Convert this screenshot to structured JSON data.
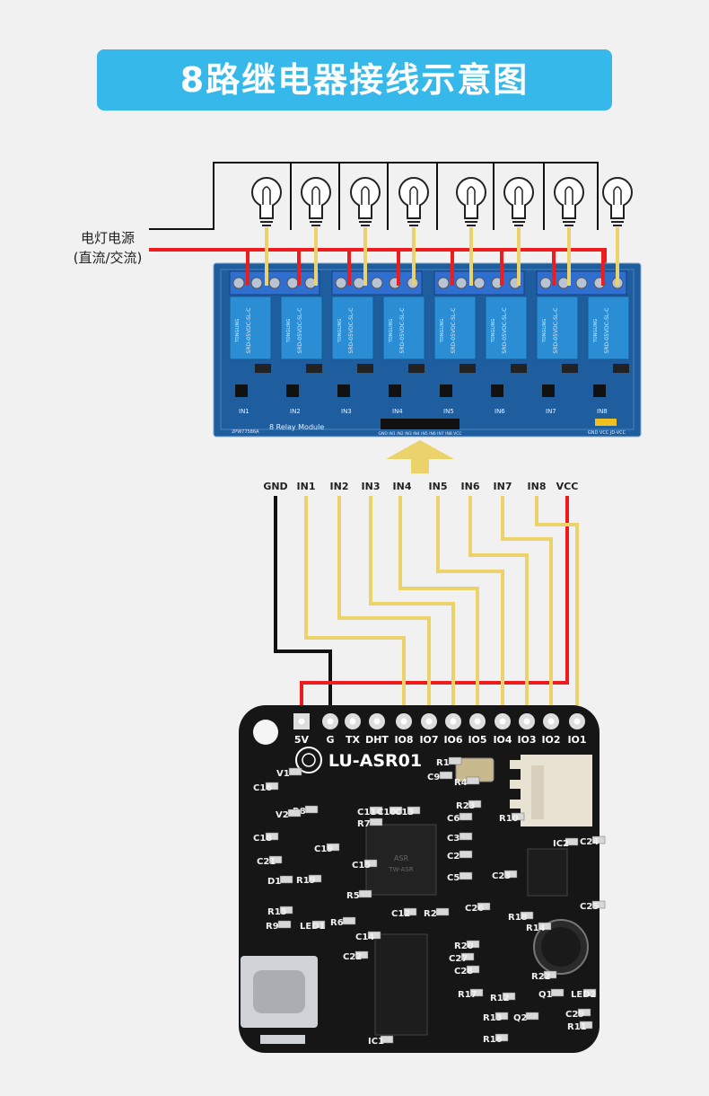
{
  "title": "8路继电器接线示意图",
  "power_label": {
    "line1": "电灯电源",
    "line2": "(直流/交流)"
  },
  "relay_module": {
    "name": "8 Relay Module",
    "model": "2PW77586A",
    "relays": [
      {
        "channel": "IN1",
        "label": "SRD-05VDC-SL-C",
        "brand": "TONGLING"
      },
      {
        "channel": "IN2",
        "label": "SRD-05VDC-SL-C",
        "brand": "TONGLING"
      },
      {
        "channel": "IN3",
        "label": "SRD-05VDC-SL-C",
        "brand": "TONGLING"
      },
      {
        "channel": "IN4",
        "label": "SRD-05VDC-SL-C",
        "brand": "TONGLING"
      },
      {
        "channel": "IN5",
        "label": "SRD-05VDC-SL-C",
        "brand": "TONGLING"
      },
      {
        "channel": "IN6",
        "label": "SRD-05VDC-SL-C",
        "brand": "TONGLING"
      },
      {
        "channel": "IN7",
        "label": "SRD-05VDC-SL-C",
        "brand": "TONGLING"
      },
      {
        "channel": "IN8",
        "label": "SRD-05VDC-SL-C",
        "brand": "TONGLING"
      }
    ],
    "header_label": "GND IN1 IN2 IN3 IN4 IN5 IN6 IN7 IN8 VCC",
    "jumper_label": "GND VCC JD-VCC"
  },
  "pin_labels": [
    "GND",
    "IN1",
    "IN2",
    "IN3",
    "IN4",
    "IN5",
    "IN6",
    "IN7",
    "IN8",
    "VCC"
  ],
  "asr_board": {
    "name": "LU-ASR01",
    "pins": [
      "5V",
      "G",
      "TX",
      "DHT",
      "IO8",
      "IO7",
      "IO6",
      "IO5",
      "IO4",
      "IO3",
      "IO2",
      "IO1"
    ],
    "components": [
      "C16",
      "V1",
      "R8",
      "V2",
      "C18",
      "C21",
      "R19",
      "D1",
      "R15",
      "R9",
      "LED1",
      "R6",
      "C19",
      "C15",
      "R5",
      "C11",
      "C10",
      "C13",
      "C12",
      "R2",
      "C14",
      "C22",
      "R7",
      "C6",
      "C3",
      "C2",
      "C5",
      "R10",
      "R23",
      "C23",
      "C26",
      "R18",
      "R14",
      "R20",
      "C27",
      "C28",
      "R22",
      "Q1",
      "R17",
      "R12",
      "R13",
      "R16",
      "Q2",
      "R11",
      "C29",
      "LED2",
      "IC1",
      "IC2",
      "C24",
      "C25",
      "R4",
      "C9",
      "R1"
    ],
    "chip_text": [
      "ASR",
      "TW-ASR"
    ]
  },
  "colors": {
    "banner": "#36b9ea",
    "wire_red": "#ee1c1c",
    "wire_black": "#111111",
    "wire_yellow": "#ecd26a",
    "pcb_blue": "#1e5e9e",
    "relay_blue": "#2b8ed4",
    "terminal_blue": "#2f6fcf",
    "pcb_black": "#161616",
    "arrow": "#ecd26a"
  }
}
